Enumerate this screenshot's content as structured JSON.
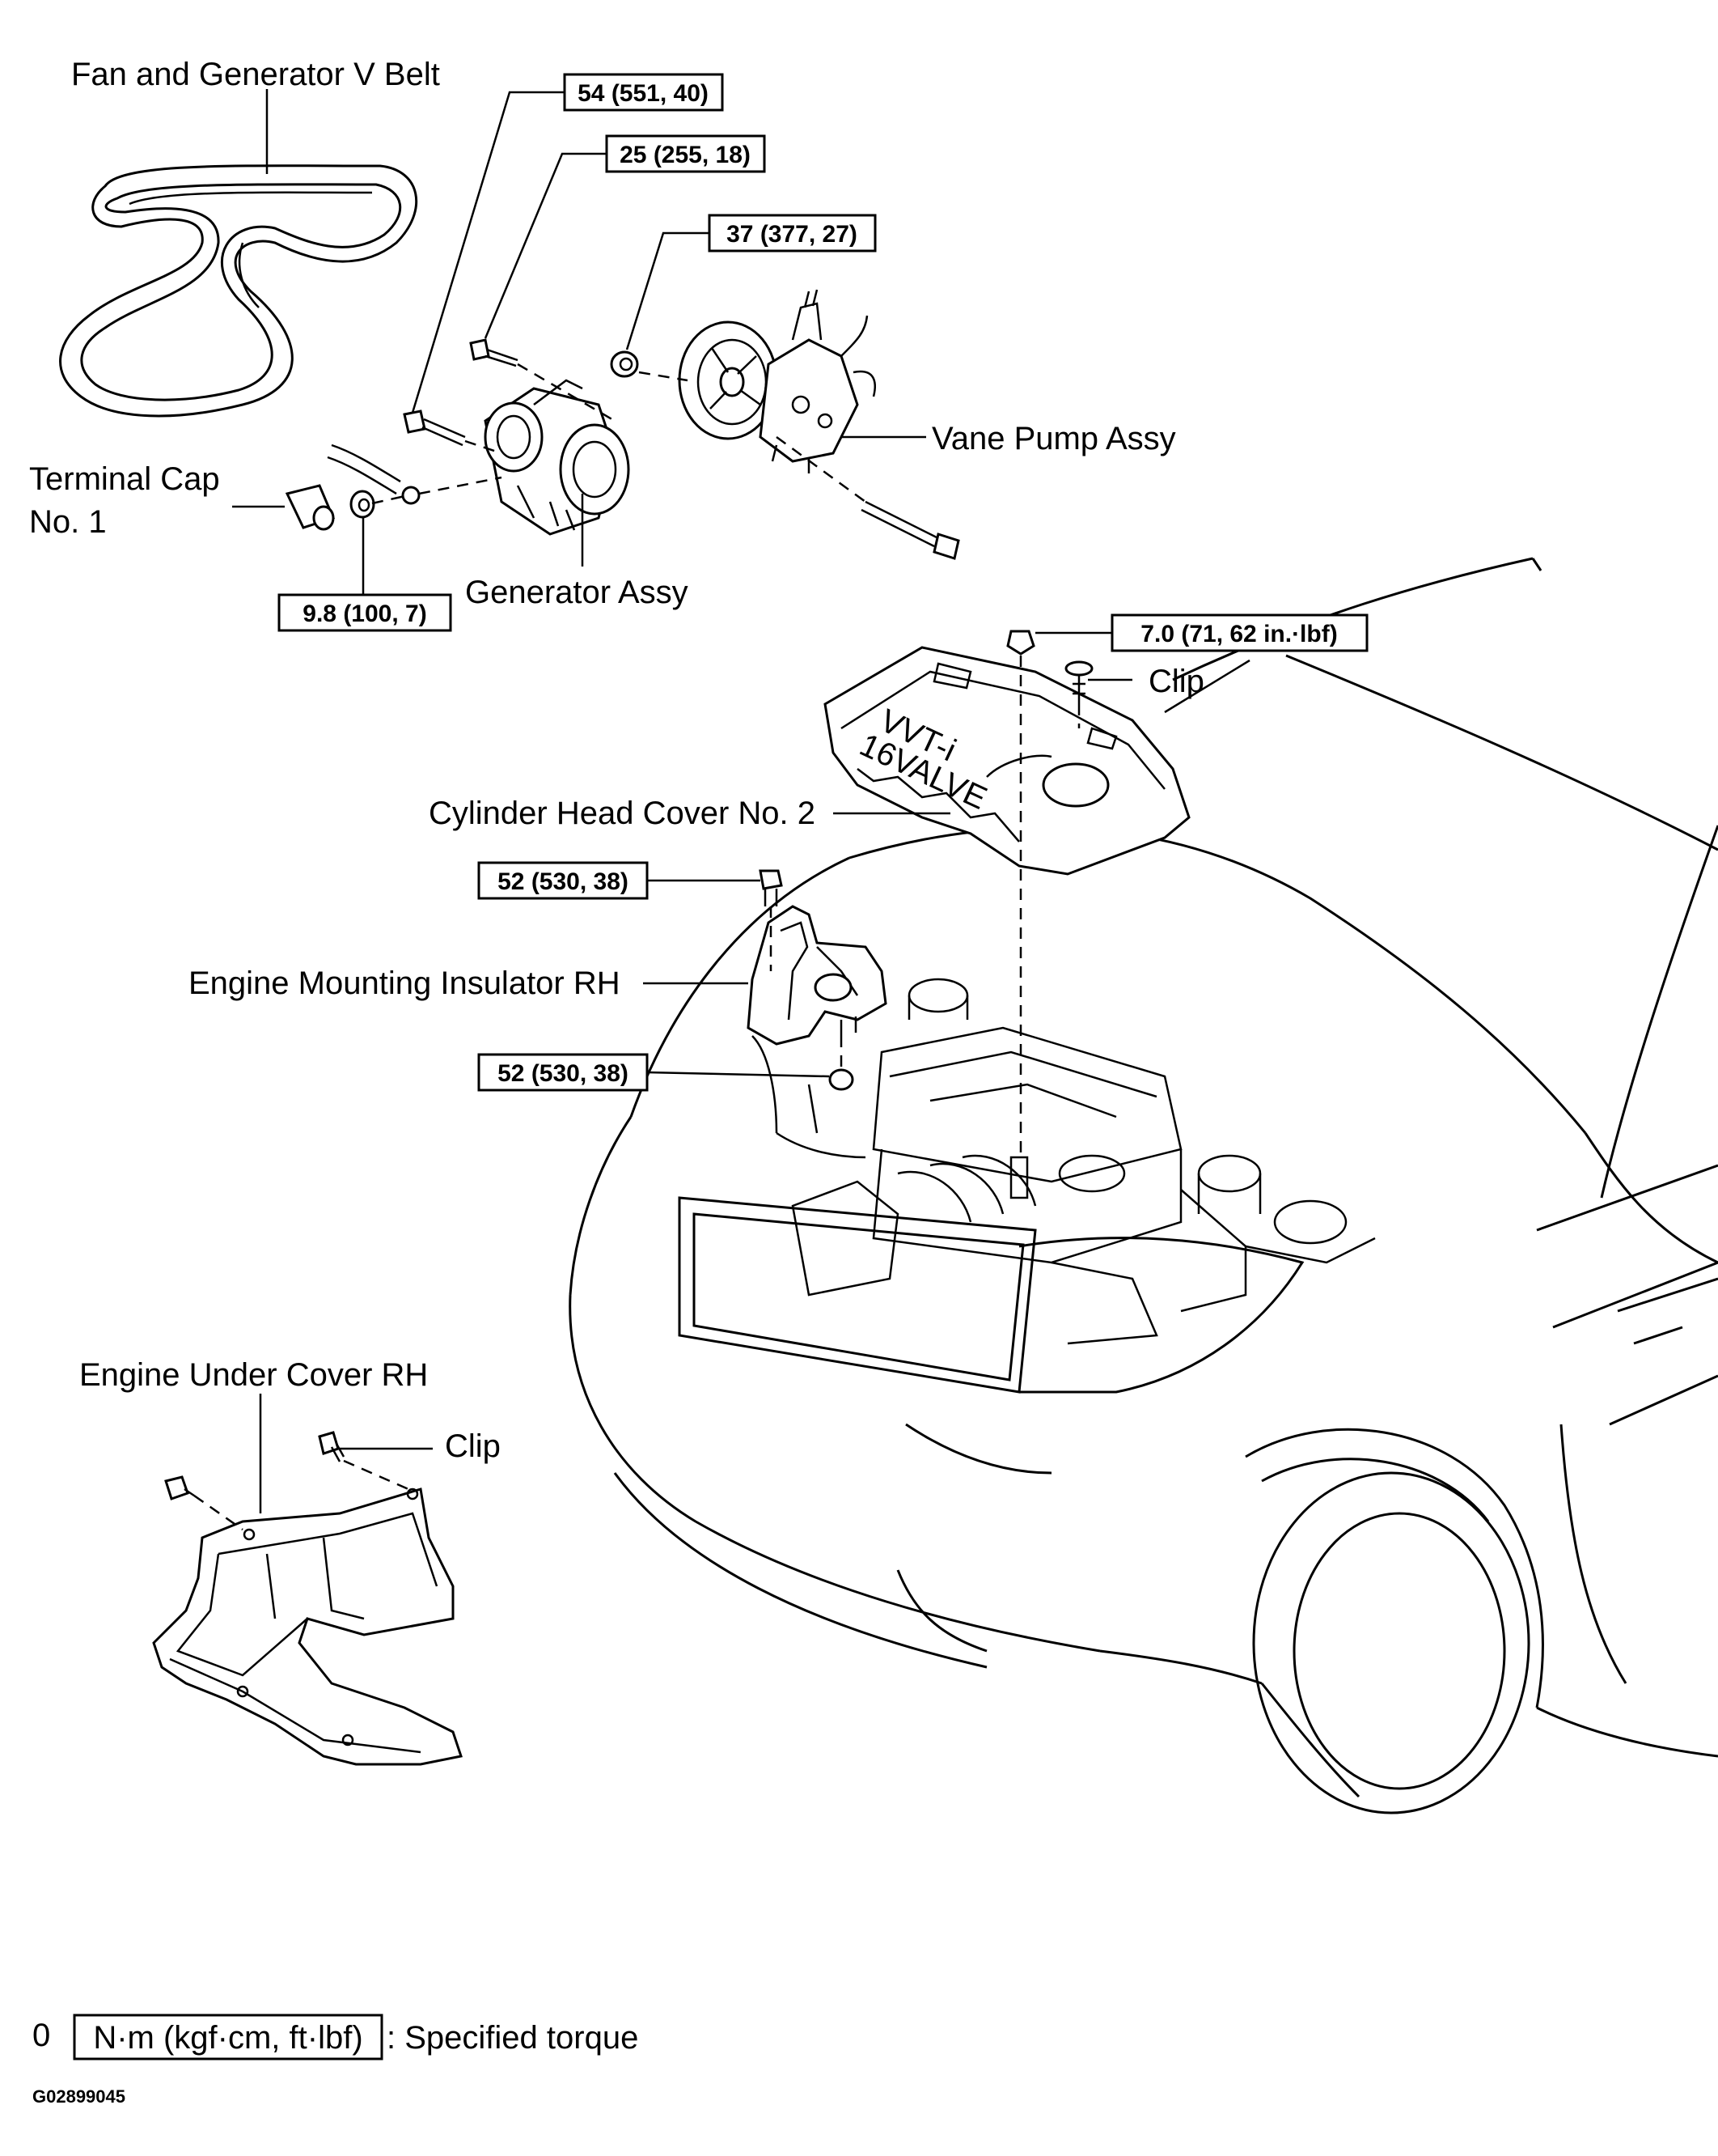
{
  "labels": {
    "fan_belt": "Fan and Generator V Belt",
    "terminal_cap_1": "Terminal Cap",
    "terminal_cap_2": "No. 1",
    "generator": "Generator Assy",
    "vane_pump": "Vane Pump Assy",
    "clip_top": "Clip",
    "cyl_head_cover": "Cylinder Head Cover No. 2",
    "engine_mount": "Engine Mounting Insulator RH",
    "under_cover": "Engine Under Cover RH",
    "clip_bottom": "Clip",
    "cover_emblem_1": "VVT-i",
    "cover_emblem_2": "16VALVE"
  },
  "torques": {
    "t54": "54 (551, 40)",
    "t25": "25 (255, 18)",
    "t37": "37 (377, 27)",
    "t98": "9.8 (100, 7)",
    "t70": "7.0 (71, 62 in.·lbf)",
    "t52a": "52 (530, 38)",
    "t52b": "52 (530, 38)"
  },
  "legend": {
    "symbol": "0",
    "unit": "N·m (kgf·cm, ft·lbf)",
    "text": ": Specified torque"
  },
  "figure_code": "G02899045"
}
